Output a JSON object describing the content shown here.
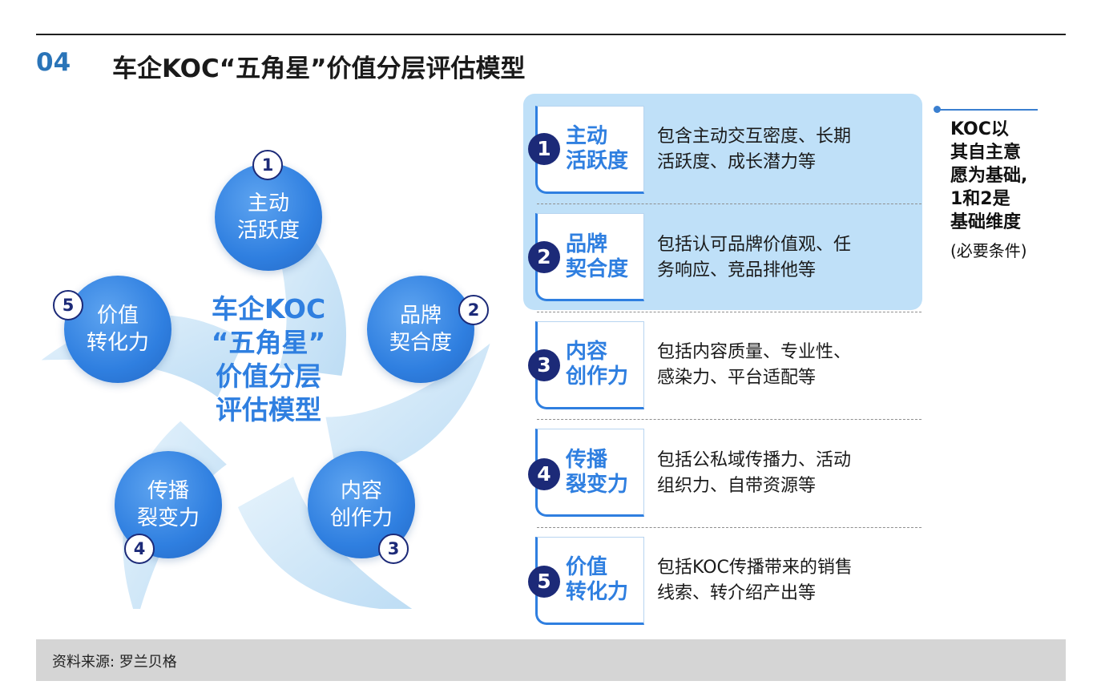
{
  "header": {
    "section_number": "04",
    "title": "车企KOC“五角星”价值分层评估模型"
  },
  "diagram": {
    "center_lines": [
      "车企KOC",
      "“五角星”",
      "价值分层",
      "评估模型"
    ],
    "nodes": [
      {
        "number": "1",
        "line1": "主动",
        "line2": "活跃度"
      },
      {
        "number": "2",
        "line1": "品牌",
        "line2": "契合度"
      },
      {
        "number": "3",
        "line1": "内容",
        "line2": "创作力"
      },
      {
        "number": "4",
        "line1": "传播",
        "line2": "裂变力"
      },
      {
        "number": "5",
        "line1": "价值",
        "line2": "转化力"
      }
    ],
    "colors": {
      "node": "#2f7fe0",
      "badge": "#1c2a78",
      "arrow": "#cfe6f8"
    }
  },
  "dimensions": [
    {
      "number": "1",
      "label1": "主动",
      "label2": "活跃度",
      "desc1": "包含主动交互密度、长期",
      "desc2": "活跃度、成长潜力等"
    },
    {
      "number": "2",
      "label1": "品牌",
      "label2": "契合度",
      "desc1": "包括认可品牌价值观、任",
      "desc2": "务响应、竞品排他等"
    },
    {
      "number": "3",
      "label1": "内容",
      "label2": "创作力",
      "desc1": "包括内容质量、专业性、",
      "desc2": "感染力、平台适配等"
    },
    {
      "number": "4",
      "label1": "传播",
      "label2": "裂变力",
      "desc1": "包括公私域传播力、活动",
      "desc2": "组织力、自带资源等"
    },
    {
      "number": "5",
      "label1": "价值",
      "label2": "转化力",
      "desc1": "包括KOC传播带来的销售",
      "desc2": "线索、转介绍产出等"
    }
  ],
  "side_note": {
    "lines": [
      "KOC以",
      "其自主意",
      "愿为基础,",
      "1和2是",
      "基础维度"
    ],
    "sub": "(必要条件)"
  },
  "footer": {
    "source": "资料来源: 罗兰贝格"
  }
}
